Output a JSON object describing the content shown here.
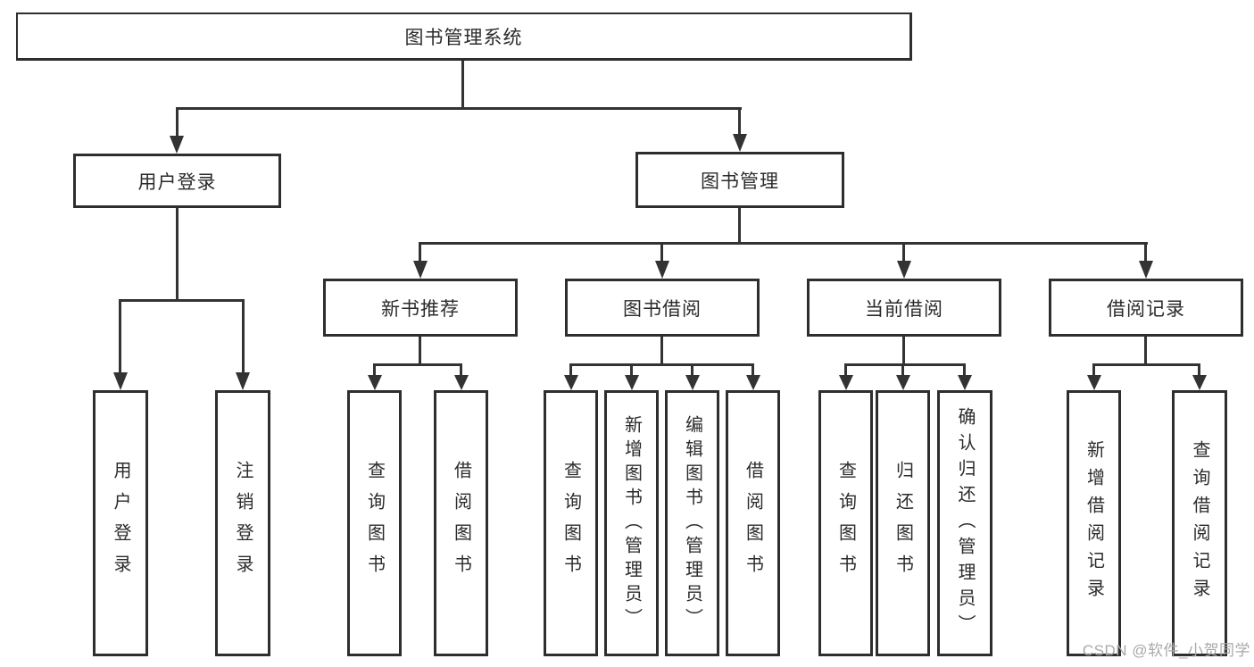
{
  "diagram": {
    "background": "#ffffff",
    "line_color": "#333333",
    "border_color": "#2e2e2e",
    "text_color": "#2b2b2b",
    "watermark": {
      "text": "CSDN @软件_小贺同学",
      "color": "#a9a9a9"
    }
  },
  "nodes": {
    "root": {
      "label": "图书管理系统"
    },
    "user_login_branch": {
      "label": "用户登录"
    },
    "book_management": {
      "label": "图书管理"
    },
    "new_book_recommend": {
      "label": "新书推荐"
    },
    "book_borrowing": {
      "label": "图书借阅"
    },
    "current_borrowing": {
      "label": "当前借阅"
    },
    "borrowing_records": {
      "label": "借阅记录"
    },
    "leaves": {
      "user_login": {
        "label": "用户登录"
      },
      "logout": {
        "label": "注销登录"
      },
      "recommend_query_books": {
        "label": "查询图书"
      },
      "recommend_borrow_books": {
        "label": "借阅图书"
      },
      "borrowing_query_books": {
        "label": "查询图书"
      },
      "borrowing_add_books": {
        "label": "新增图书（管理员）"
      },
      "borrowing_edit_books": {
        "label": "编辑图书（管理员）"
      },
      "borrowing_borrow_books": {
        "label": "借阅图书"
      },
      "current_query_books": {
        "label": "查询图书"
      },
      "current_return_books": {
        "label": "归还图书"
      },
      "current_confirm_return": {
        "label": "确认归还（管理员）"
      },
      "records_add_record": {
        "label": "新增借阅记录"
      },
      "records_query_record": {
        "label": "查询借阅记录"
      }
    }
  }
}
